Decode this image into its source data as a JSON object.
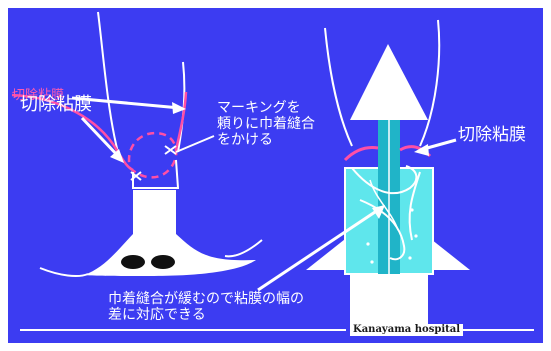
{
  "colors": {
    "background": "#3c3cf2",
    "line": "#ffffff",
    "mucosa": "#ff4fa6",
    "cylinder": "#5fe6ec",
    "inner_shaft": "#20b4c8",
    "nostril": "#111111"
  },
  "labels": {
    "left_mucosa_ghost": "切除粘膜",
    "left_mucosa": "切除粘膜",
    "marking_note": "マーキングを\n頼りに巾着縫合\nをかける",
    "right_mucosa": "切除粘膜",
    "bottom_note": "巾着縫合が緩むので粘膜の幅の\n差に対応できる",
    "footer": "Kanayama hospital"
  }
}
